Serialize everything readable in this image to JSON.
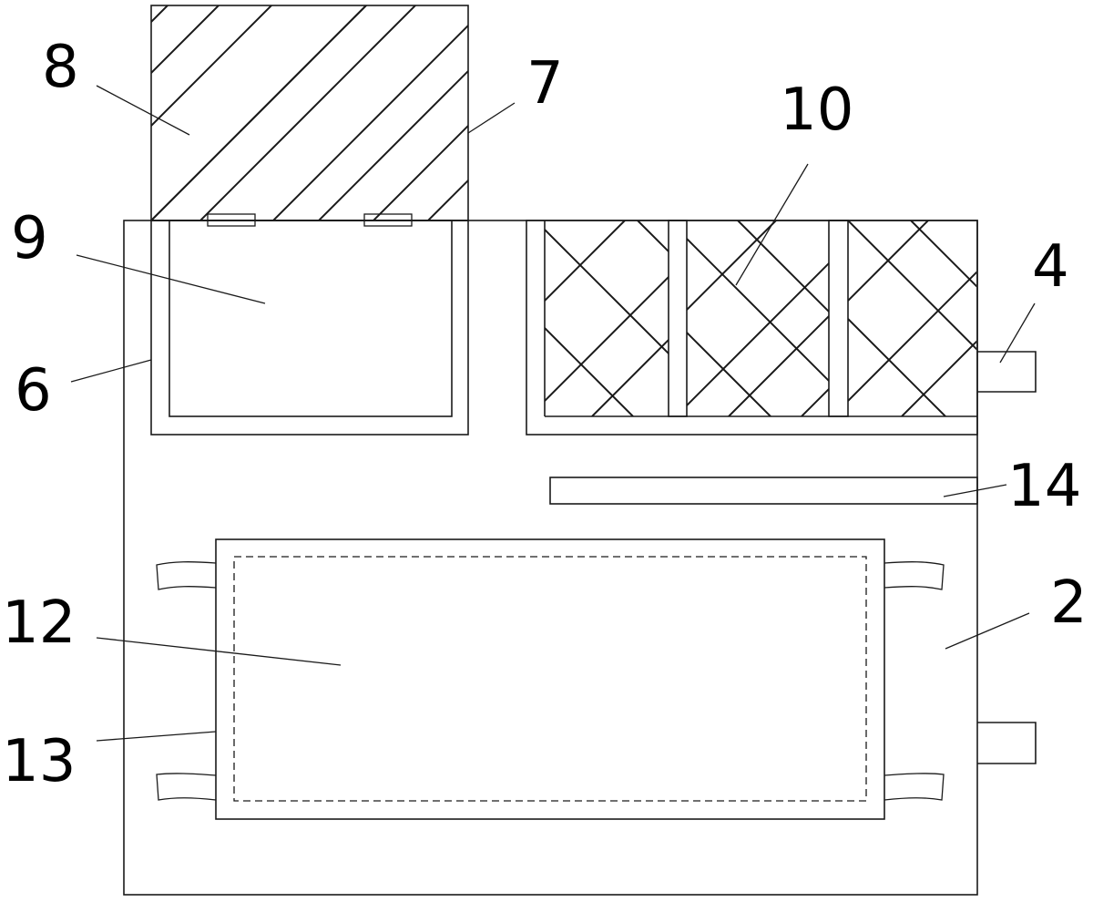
{
  "labels": {
    "label_8": "8",
    "label_7": "7",
    "label_10": "10",
    "label_9": "9",
    "label_4": "4",
    "label_6": "6",
    "label_14": "14",
    "label_12": "12",
    "label_2": "2",
    "label_13": "13"
  },
  "colors": {
    "line": "#1a1a1a",
    "background": "#ffffff"
  }
}
